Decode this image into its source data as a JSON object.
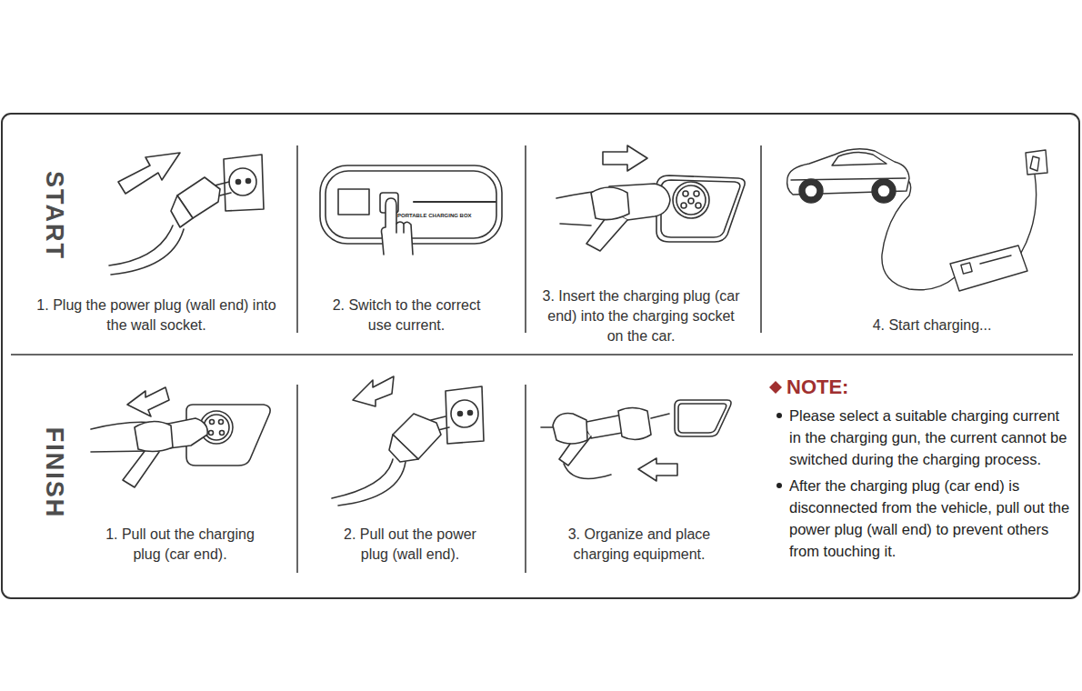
{
  "diagram": {
    "labels": [
      "START",
      "1. Plug the power plug (wall end) into the wall socket.",
      "PORTABLE CHARGING BOX",
      "2. Switch to the correct use current.",
      "3. Insert the charging plug (car end) into the charging socket on the car.",
      "4. Start charging...",
      "FINISH",
      "1. Pull out the charging plug (car end).",
      "2. Pull out the power plug (wall end).",
      "3. Organize and place charging equipment.",
      "NOTE:",
      "Please select a suitable charging current in the charging gun, the current cannot be switched during the charging process.",
      "After the charging plug (car end) is disconnected from the vehicle, pull out the power plug (wall end) to prevent others from touching it."
    ]
  }
}
